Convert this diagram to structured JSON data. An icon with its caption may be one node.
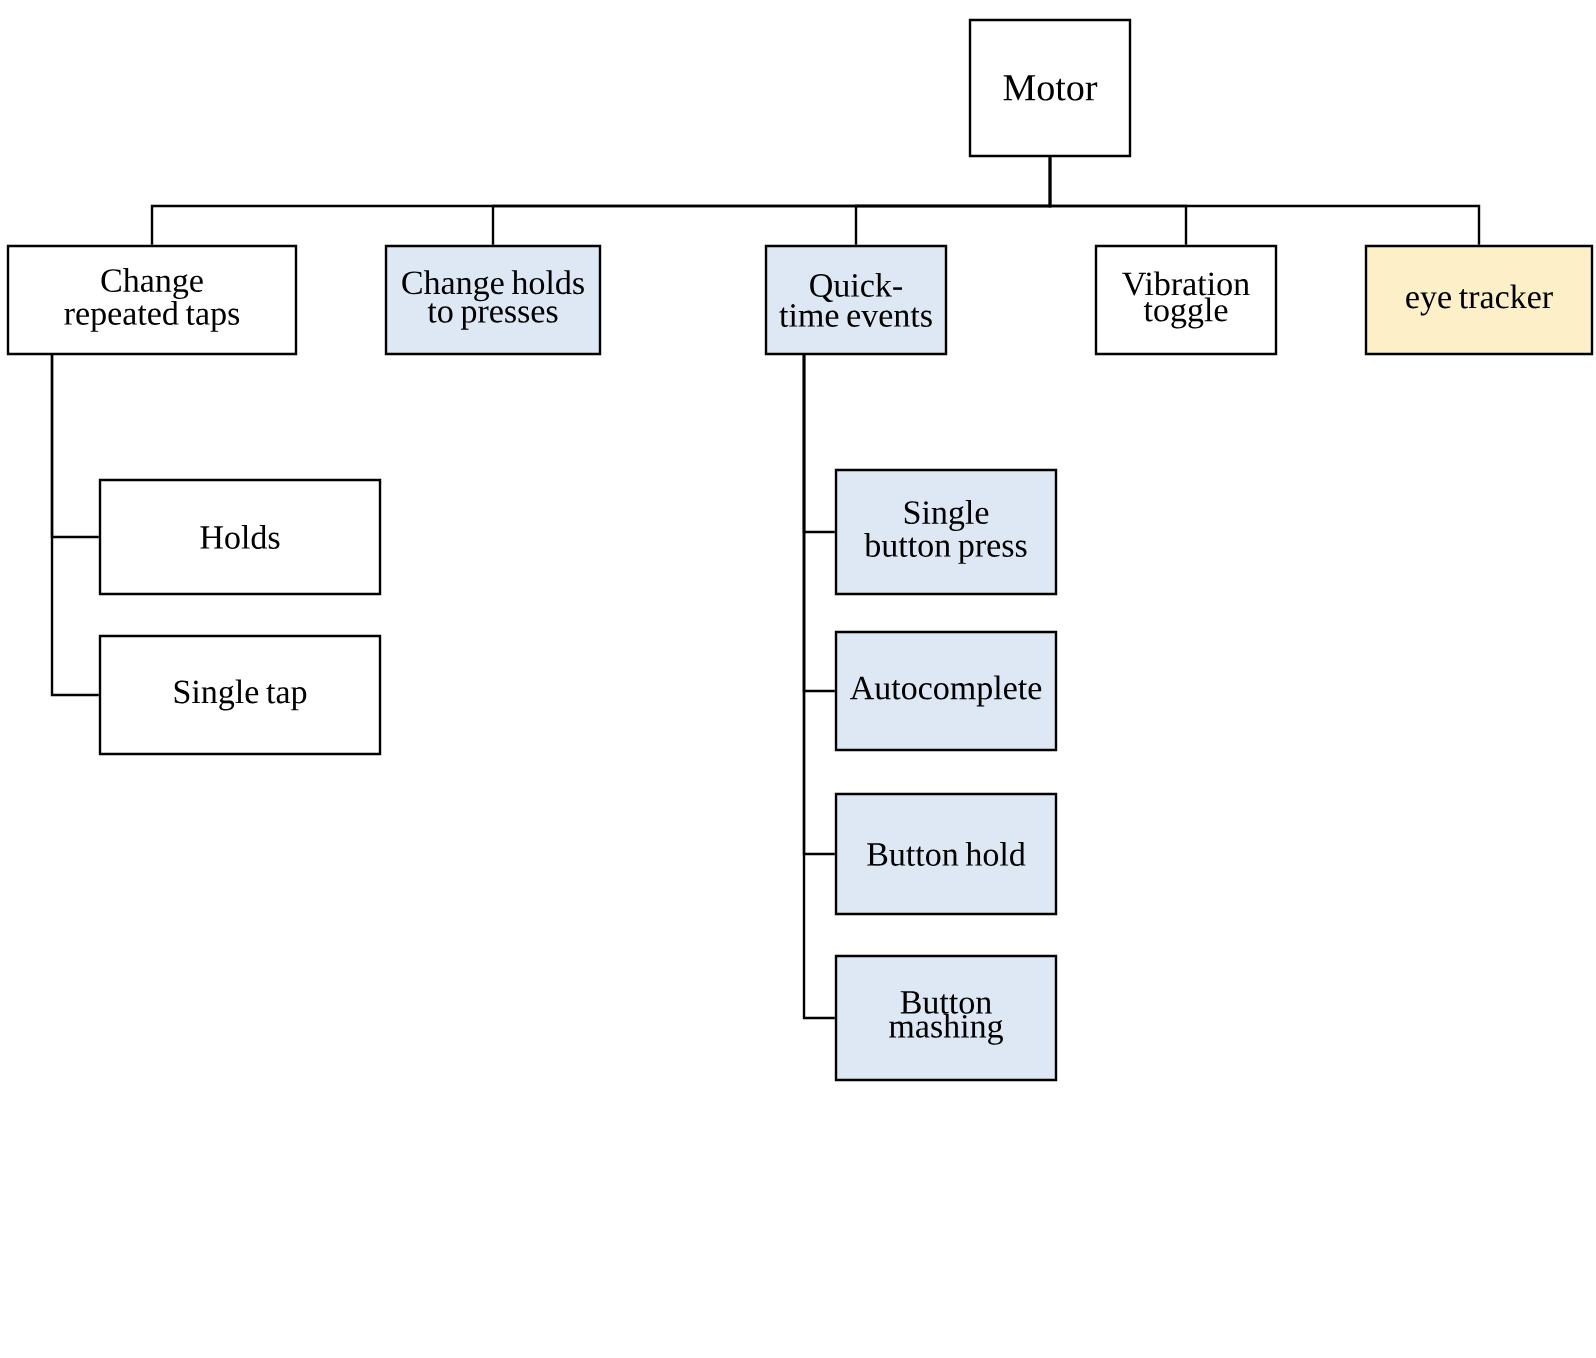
{
  "diagram": {
    "nodes": [
      {
        "text": [
          "Motor"
        ]
      },
      {
        "text": [
          "Change repeated taps"
        ]
      },
      {
        "text": [
          "Change holds to presses"
        ]
      },
      {
        "text": [
          "Quick-time events"
        ]
      },
      {
        "text": [
          "Vibration toggle"
        ]
      },
      {
        "text": [
          "eye tracker"
        ]
      },
      {
        "text": [
          "Holds"
        ]
      },
      {
        "text": [
          "Single tap"
        ]
      },
      {
        "text": [
          "Single button press"
        ]
      },
      {
        "text": [
          "Autocomplete"
        ]
      },
      {
        "text": [
          "Button hold"
        ]
      },
      {
        "text": [
          "Button mashing"
        ]
      }
    ],
    "edges": [
      {
        "from": 0,
        "to": 1,
        "arrow": "none"
      },
      {
        "from": 0,
        "to": 2,
        "arrow": "none"
      },
      {
        "from": 0,
        "to": 3,
        "arrow": "none"
      },
      {
        "from": 0,
        "to": 4,
        "arrow": "none"
      },
      {
        "from": 0,
        "to": 5,
        "arrow": "none"
      },
      {
        "from": 1,
        "to": 6,
        "arrow": "none"
      },
      {
        "from": 1,
        "to": 7,
        "arrow": "none"
      },
      {
        "from": 3,
        "to": 8,
        "arrow": "none"
      },
      {
        "from": 3,
        "to": 9,
        "arrow": "none"
      },
      {
        "from": 3,
        "to": 10,
        "arrow": "none"
      },
      {
        "from": 3,
        "to": 11,
        "arrow": "none"
      }
    ]
  }
}
